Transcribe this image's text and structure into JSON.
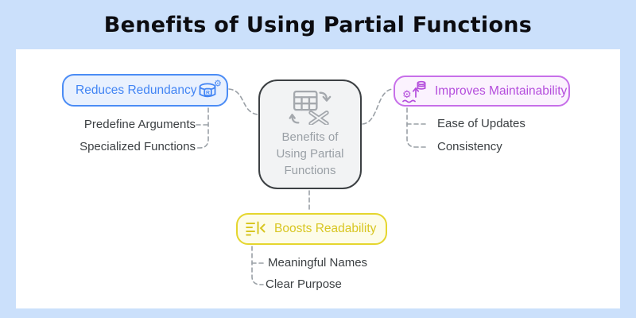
{
  "title": "Benefits of Using Partial Functions",
  "center": {
    "label": "Benefits of Using Partial Functions",
    "icon": "pivot-table-icon"
  },
  "branches": [
    {
      "id": "reduces-redundancy",
      "label": "Reduces Redundancy",
      "icon": "database-gear-icon",
      "accent": "#4285f4",
      "fill": "#e9f1fe",
      "items": [
        "Predefine Arguments",
        "Specialized Functions"
      ]
    },
    {
      "id": "improves-maintainability",
      "label": "Improves Maintainability",
      "icon": "gear-upgrade-icon",
      "accent": "#b44ddc",
      "fill": "#fbf2fe",
      "items": [
        "Ease of Updates",
        "Consistency"
      ]
    },
    {
      "id": "boosts-readability",
      "label": "Boosts Readability",
      "icon": "indent-lines-icon",
      "accent": "#d8c622",
      "fill": "#fdfce9",
      "items": [
        "Meaningful Names",
        "Clear Purpose"
      ]
    }
  ],
  "colors": {
    "page_background": "#cbe0fb",
    "panel_background": "#ffffff",
    "title_text": "#0c0c10",
    "center_fill": "#f2f3f4",
    "center_border": "#3c4043",
    "center_text": "#9aa0a6",
    "connector": "#9aa0a6",
    "item_text": "#3c4043"
  }
}
